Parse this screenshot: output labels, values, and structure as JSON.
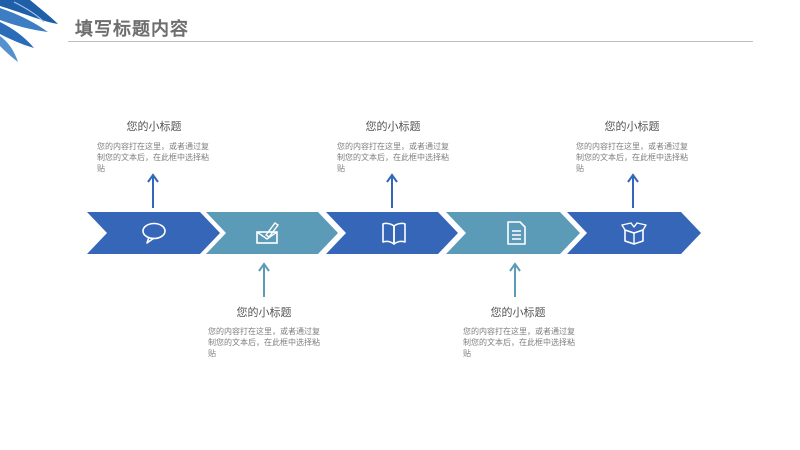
{
  "header": {
    "title": "填写标题内容"
  },
  "colors": {
    "dark_blue": "#3566B8",
    "teal": "#5B9BB8",
    "title_gray": "#6E6E6E",
    "rule_gray": "#BFBFBF"
  },
  "steps": [
    {
      "icon": "chat-bubble-icon",
      "position": "top",
      "title": "您的小标题",
      "text": "您的内容打在这里，或者通过复制您的文本后，在此框中选择粘贴"
    },
    {
      "icon": "envelope-pencil-icon",
      "position": "bottom",
      "title": "您的小标题",
      "text": "您的内容打在这里，或者通过复制您的文本后，在此框中选择粘贴"
    },
    {
      "icon": "open-book-icon",
      "position": "top",
      "title": "您的小标题",
      "text": "您的内容打在这里，或者通过复制您的文本后，在此框中选择粘贴"
    },
    {
      "icon": "document-icon",
      "position": "bottom",
      "title": "您的小标题",
      "text": "您的内容打在这里，或者通过复制您的文本后，在此框中选择粘贴"
    },
    {
      "icon": "open-box-icon",
      "position": "top",
      "title": "您的小标题",
      "text": "您的内容打在这里，或者通过复制您的文本后，在此框中选择粘贴"
    }
  ]
}
